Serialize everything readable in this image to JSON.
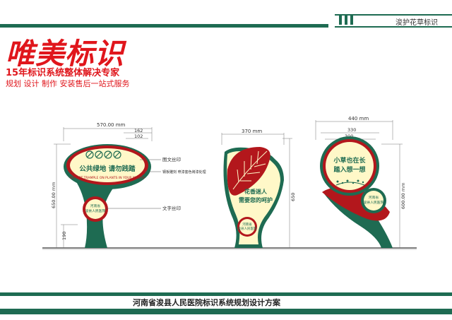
{
  "header": {
    "title": "浚护花草标识"
  },
  "brand": {
    "name": "唯美标识",
    "slogan": "15年标识系统整体解决专家",
    "services": "规划 设计 制作 安装售后一站式服务"
  },
  "sign1": {
    "dim_width": "570.00 mm",
    "dim_162": "162",
    "dim_102": "102",
    "dim_height": "650.00 mm",
    "dim_base": "190",
    "text_cn": "公共绿地  请勿践踏",
    "text_en": "DO NOT TRAMPLE ON PLANTS IN YOUR MOUTH",
    "badge": "河南省 浚县人民医院",
    "callout_top": "图文丝印",
    "callout_mid": "钢板雕刻 喷漆套色烤漆处理",
    "callout_bottom": "文字丝印"
  },
  "sign2": {
    "dim_width": "370 mm",
    "dim_height": "650",
    "text": "花香迷人 需要您的呵护",
    "badge": "河南省 浚县人民医院"
  },
  "sign3": {
    "dim_width": "440 mm",
    "dim_330": "330",
    "dim_300": "300",
    "dim_height": "600.00 mm",
    "text": "小草也在长 踏入想一想",
    "badge": "河南省 浚县人民医院"
  },
  "footer": {
    "title": "河南省浚县人民医院标识系统规划设计方案"
  },
  "colors": {
    "green": "#1e6b52",
    "red": "#e0161c",
    "dark_red": "#b3171c",
    "cream": "#fff8c8"
  }
}
